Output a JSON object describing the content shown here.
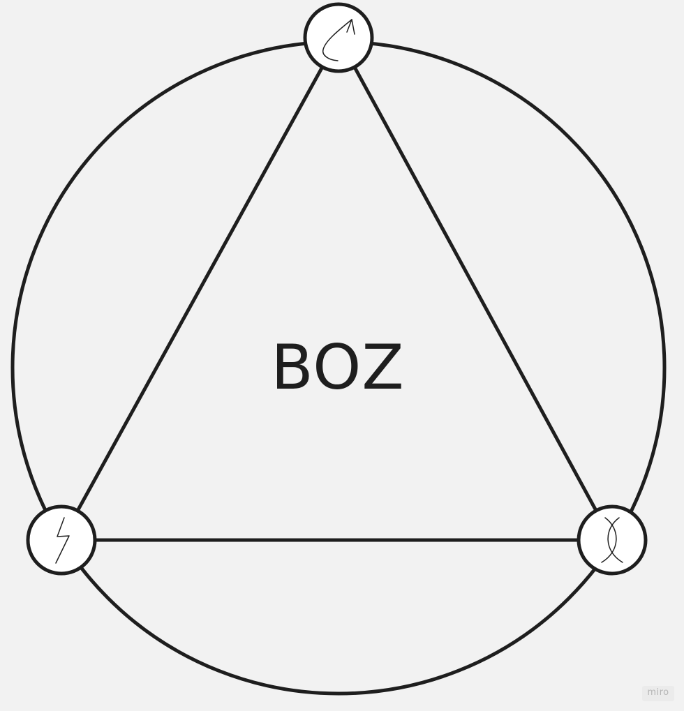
{
  "diagram": {
    "center_label": "BOZ",
    "nodes": [
      {
        "id": "top",
        "icon": "crescent-arrow-icon"
      },
      {
        "id": "bottom-left",
        "icon": "lightning-bolt-icon"
      },
      {
        "id": "bottom-right",
        "icon": "crossed-arcs-icon"
      }
    ],
    "edges": [
      {
        "from": "top",
        "to": "bottom-left"
      },
      {
        "from": "top",
        "to": "bottom-right"
      },
      {
        "from": "bottom-left",
        "to": "bottom-right"
      }
    ],
    "stroke_color": "#1e1e1e",
    "background_color": "#f2f2f2"
  },
  "watermark": {
    "text": "miro"
  }
}
